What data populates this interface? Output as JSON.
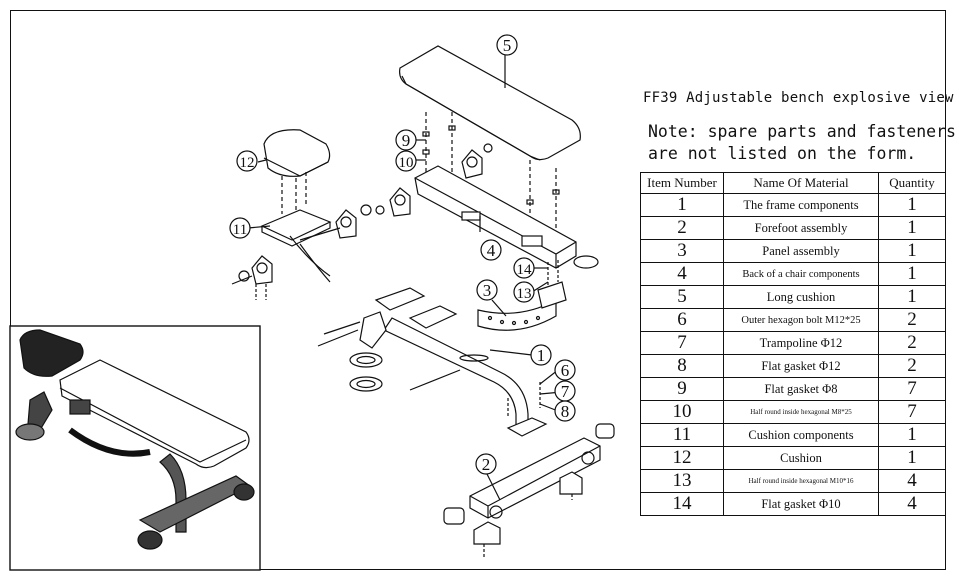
{
  "title": "FF39 Adjustable bench explosive view",
  "note": [
    "Note: spare parts and fasteners",
    "are not listed on the form."
  ],
  "table": {
    "headers": [
      "Item Number",
      "Name Of Material",
      "Quantity"
    ],
    "rows": [
      {
        "no": "1",
        "name": "The frame components",
        "qty": "1"
      },
      {
        "no": "2",
        "name": "Forefoot assembly",
        "qty": "1"
      },
      {
        "no": "3",
        "name": "Panel assembly",
        "qty": "1"
      },
      {
        "no": "4",
        "name": "Back of a chair components",
        "qty": "1"
      },
      {
        "no": "5",
        "name": "Long cushion",
        "qty": "1"
      },
      {
        "no": "6",
        "name": "Outer hexagon bolt M12*25",
        "qty": "2"
      },
      {
        "no": "7",
        "name": "Trampoline Φ12",
        "qty": "2"
      },
      {
        "no": "8",
        "name": "Flat gasket Φ12",
        "qty": "2"
      },
      {
        "no": "9",
        "name": "Flat gasket  Φ8",
        "qty": "7"
      },
      {
        "no": "10",
        "name": "Half round inside hexagonal M8*25",
        "qty": "7"
      },
      {
        "no": "11",
        "name": "Cushion components",
        "qty": "1"
      },
      {
        "no": "12",
        "name": "Cushion",
        "qty": "1"
      },
      {
        "no": "13",
        "name": "Half round inside hexagonal M10*16",
        "qty": "4"
      },
      {
        "no": "14",
        "name": "Flat gasket  Φ10",
        "qty": "4"
      }
    ]
  },
  "callouts": [
    "1",
    "2",
    "3",
    "4",
    "5",
    "6",
    "7",
    "8",
    "9",
    "10",
    "11",
    "12",
    "13",
    "14"
  ]
}
